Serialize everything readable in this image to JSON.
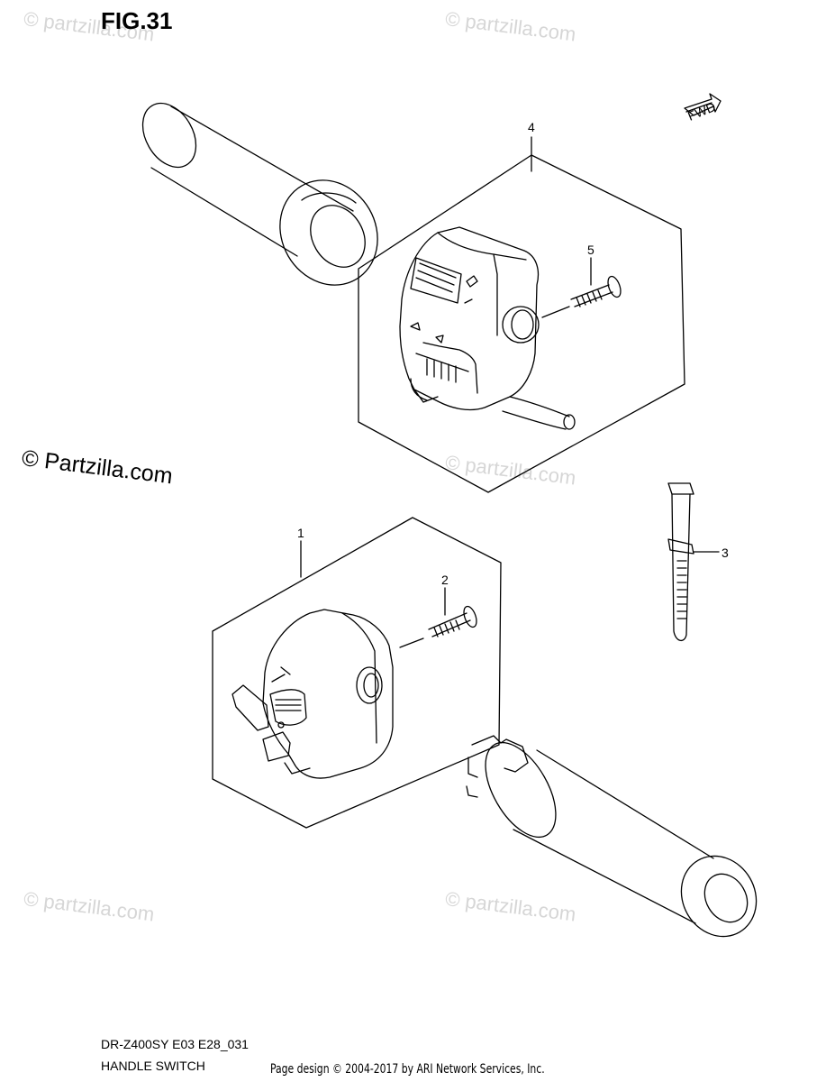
{
  "figure": {
    "title": "FIG.31",
    "model_code": "DR-Z400SY E03 E28_031",
    "section_name": "HANDLE SWITCH"
  },
  "watermark": {
    "brand": "© Partzilla.com",
    "brand_small": "© partzilla.com"
  },
  "footer": {
    "credit": "Page design © 2004-2017 by ARI Network Services, Inc."
  },
  "direction_badge": {
    "label": "FWD"
  },
  "callouts": [
    {
      "number": "1"
    },
    {
      "number": "2"
    },
    {
      "number": "3"
    },
    {
      "number": "4"
    },
    {
      "number": "5"
    }
  ]
}
